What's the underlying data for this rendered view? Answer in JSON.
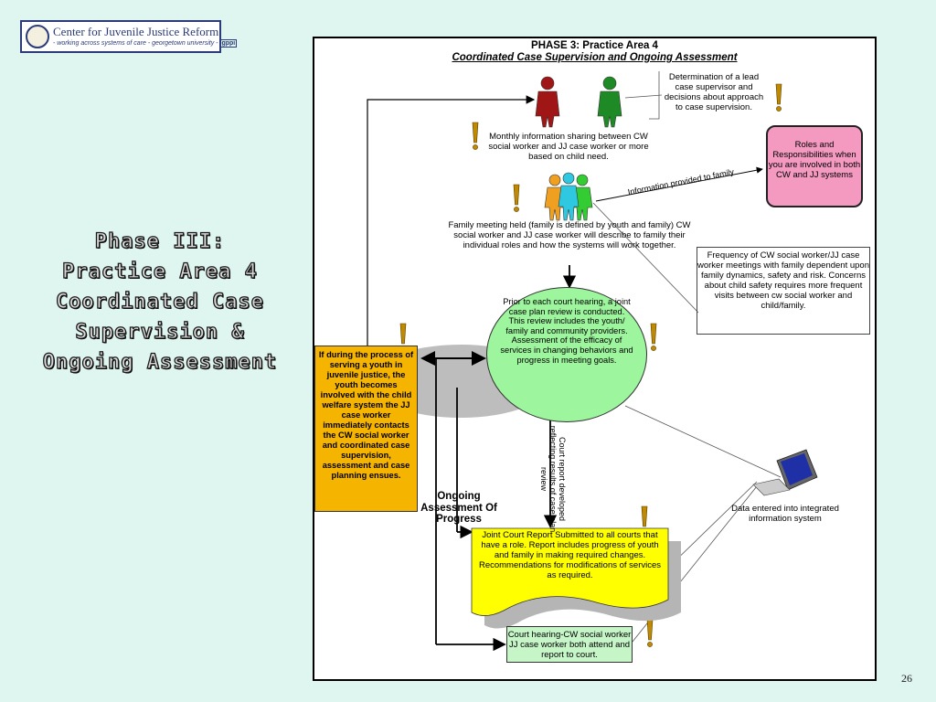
{
  "logo": {
    "name": "Center for Juvenile Justice Reform",
    "tagline": "- working across systems of care - georgetown university -",
    "badge": "gppi"
  },
  "slide_title": [
    "Phase III:",
    "Practice Area 4",
    "Coordinated Case",
    "Supervision &",
    "Ongoing Assessment"
  ],
  "diagram": {
    "heading": "PHASE 3: Practice Area 4",
    "subheading": "Coordinated Case Supervision and Ongoing Assessment",
    "lead_supervisor_note": "Determination of a lead case supervisor and decisions about approach to case supervision.",
    "monthly_sharing_note": "Monthly information sharing between CW social worker and JJ case worker or more based on child need.",
    "roles_box": "Roles and Responsibilities when you are involved in both CW and JJ systems",
    "info_to_family_label": "Information provided to family",
    "family_meeting_note": "Family meeting held (family is defined by youth and family) CW social worker and JJ case worker will describe to family their individual roles and how the systems will work together.",
    "frequency_note": "Frequency of CW social worker/JJ case worker meetings with family dependent upon family dynamics, safety and risk. Concerns about child safety requires more frequent visits between cw social worker and child/family.",
    "review_circle": "Prior to each court hearing, a joint case plan review is conducted. This review includes the youth/ family and community providers. Assessment of the efficacy of services in changing behaviors and progress in meeting goals.",
    "orange_box": "If during the process of serving a youth in juvenile justice, the youth becomes involved with the child welfare system the JJ case worker immediately contacts the CW social worker and coordinated case supervision, assessment and case planning ensues.",
    "court_report_label": "Court report developed reflecting results of case plan review",
    "ongoing_label": "Ongoing Assessment Of Progress",
    "data_label": "Data entered into integrated information system",
    "joint_report": "Joint Court Report Submitted to all courts that have a role. Report includes progress of youth and family in making required changes. Recommendations for modifications of services as required.",
    "court_hearing": "Court hearing-CW social worker JJ case worker both attend and report to court."
  },
  "page_number": "26"
}
